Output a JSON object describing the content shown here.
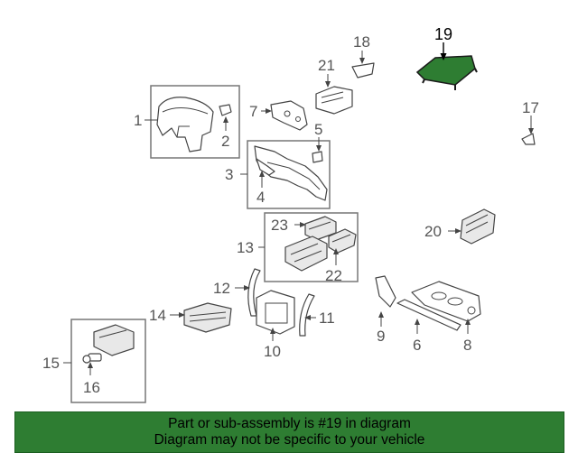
{
  "diagram": {
    "highlighted_part": "19",
    "highlight_color": "#2e7d32",
    "callouts": [
      "1",
      "2",
      "3",
      "4",
      "5",
      "6",
      "7",
      "8",
      "9",
      "10",
      "11",
      "12",
      "13",
      "14",
      "15",
      "16",
      "17",
      "18",
      "19",
      "20",
      "21",
      "22",
      "23"
    ]
  },
  "banner": {
    "line1": "Part or sub-assembly is #19 in diagram",
    "line2": "Diagram may not be specific to your vehicle",
    "background": "#2e7d32"
  }
}
